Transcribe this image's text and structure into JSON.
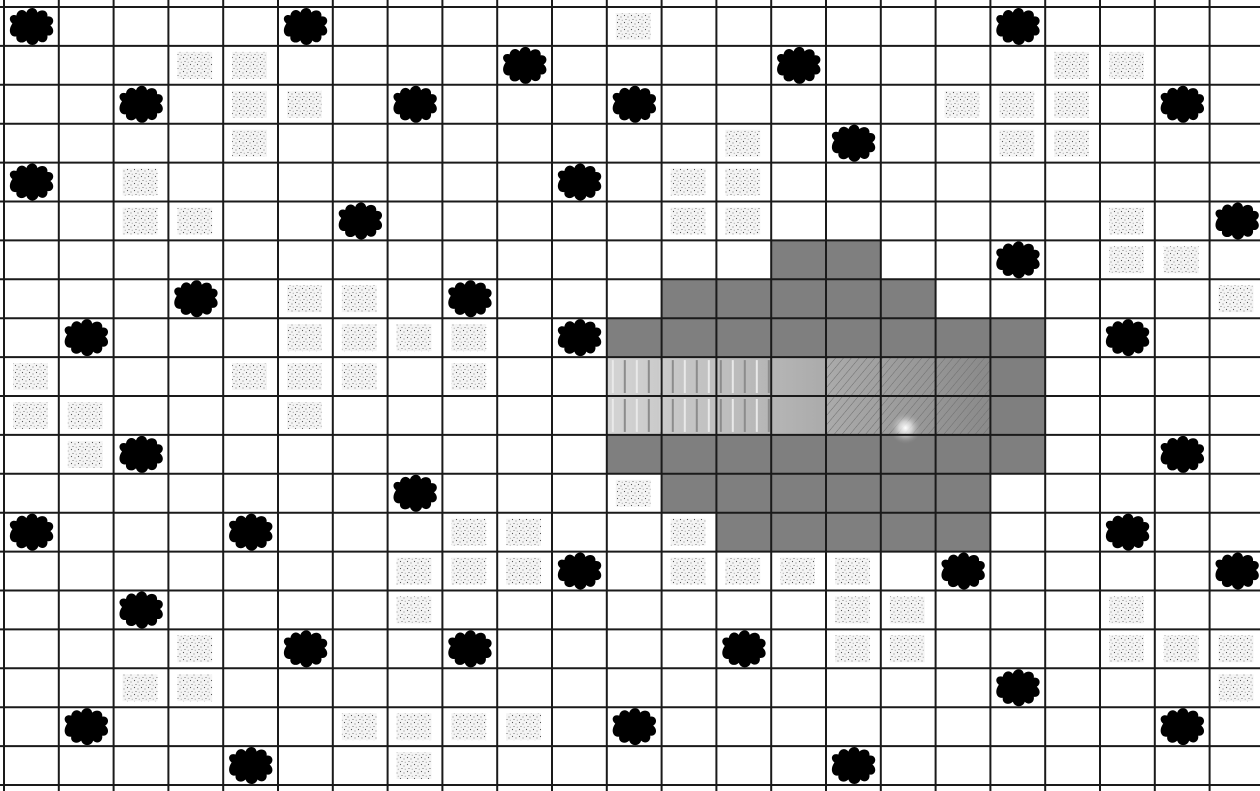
{
  "grid": {
    "cols": 23,
    "rows": 20,
    "colors": {
      "background": "#ffffff",
      "line": "#1a1a1a",
      "blob": "#000000",
      "stipple_fill": "#f2f2f2",
      "stipple_dot": "#555555",
      "shaded": "#7f7f7f",
      "band_light": "#cfcfcf",
      "band_mid": "#a9a9a9"
    }
  },
  "blobs": [
    [
      0,
      0
    ],
    [
      0,
      5
    ],
    [
      0,
      18
    ],
    [
      1,
      9
    ],
    [
      1,
      14
    ],
    [
      2,
      2
    ],
    [
      2,
      7
    ],
    [
      2,
      11
    ],
    [
      2,
      21
    ],
    [
      3,
      15
    ],
    [
      4,
      0
    ],
    [
      4,
      10
    ],
    [
      5,
      6
    ],
    [
      5,
      22
    ],
    [
      6,
      18
    ],
    [
      7,
      3
    ],
    [
      7,
      8
    ],
    [
      8,
      1
    ],
    [
      8,
      10
    ],
    [
      8,
      20
    ],
    [
      11,
      2
    ],
    [
      11,
      21
    ],
    [
      12,
      7
    ],
    [
      13,
      0
    ],
    [
      13,
      4
    ],
    [
      13,
      20
    ],
    [
      14,
      10
    ],
    [
      14,
      17
    ],
    [
      14,
      22
    ],
    [
      15,
      2
    ],
    [
      16,
      5
    ],
    [
      16,
      8
    ],
    [
      16,
      13
    ],
    [
      17,
      18
    ],
    [
      18,
      1
    ],
    [
      18,
      11
    ],
    [
      18,
      21
    ],
    [
      19,
      4
    ],
    [
      19,
      15
    ]
  ],
  "stipples": [
    [
      0,
      11
    ],
    [
      1,
      3
    ],
    [
      1,
      4
    ],
    [
      1,
      19
    ],
    [
      1,
      20
    ],
    [
      2,
      4
    ],
    [
      2,
      5
    ],
    [
      2,
      17
    ],
    [
      2,
      18
    ],
    [
      2,
      19
    ],
    [
      3,
      4
    ],
    [
      3,
      13
    ],
    [
      3,
      18
    ],
    [
      3,
      19
    ],
    [
      4,
      2
    ],
    [
      4,
      12
    ],
    [
      4,
      13
    ],
    [
      5,
      2
    ],
    [
      5,
      3
    ],
    [
      5,
      12
    ],
    [
      5,
      13
    ],
    [
      5,
      20
    ],
    [
      6,
      20
    ],
    [
      6,
      21
    ],
    [
      7,
      5
    ],
    [
      7,
      6
    ],
    [
      7,
      22
    ],
    [
      8,
      5
    ],
    [
      8,
      6
    ],
    [
      8,
      7
    ],
    [
      8,
      8
    ],
    [
      9,
      0
    ],
    [
      9,
      4
    ],
    [
      9,
      5
    ],
    [
      9,
      6
    ],
    [
      9,
      8
    ],
    [
      10,
      0
    ],
    [
      10,
      1
    ],
    [
      10,
      5
    ],
    [
      11,
      1
    ],
    [
      12,
      11
    ],
    [
      13,
      8
    ],
    [
      13,
      9
    ],
    [
      13,
      12
    ],
    [
      14,
      7
    ],
    [
      14,
      8
    ],
    [
      14,
      9
    ],
    [
      14,
      12
    ],
    [
      14,
      13
    ],
    [
      14,
      14
    ],
    [
      14,
      15
    ],
    [
      15,
      7
    ],
    [
      15,
      15
    ],
    [
      15,
      16
    ],
    [
      15,
      20
    ],
    [
      16,
      3
    ],
    [
      16,
      15
    ],
    [
      16,
      16
    ],
    [
      16,
      20
    ],
    [
      16,
      21
    ],
    [
      16,
      22
    ],
    [
      17,
      2
    ],
    [
      17,
      3
    ],
    [
      17,
      22
    ],
    [
      18,
      6
    ],
    [
      18,
      7
    ],
    [
      18,
      8
    ],
    [
      18,
      9
    ],
    [
      19,
      7
    ]
  ],
  "shaded": [
    [
      6,
      14
    ],
    [
      6,
      15
    ],
    [
      7,
      12
    ],
    [
      7,
      13
    ],
    [
      7,
      14
    ],
    [
      7,
      15
    ],
    [
      7,
      16
    ],
    [
      8,
      11
    ],
    [
      8,
      12
    ],
    [
      8,
      13
    ],
    [
      8,
      14
    ],
    [
      8,
      15
    ],
    [
      8,
      16
    ],
    [
      8,
      17
    ],
    [
      8,
      18
    ],
    [
      9,
      18
    ],
    [
      10,
      18
    ],
    [
      11,
      11
    ],
    [
      11,
      12
    ],
    [
      11,
      13
    ],
    [
      11,
      14
    ],
    [
      11,
      15
    ],
    [
      11,
      16
    ],
    [
      11,
      17
    ],
    [
      11,
      18
    ],
    [
      12,
      12
    ],
    [
      12,
      13
    ],
    [
      12,
      14
    ],
    [
      12,
      15
    ],
    [
      12,
      16
    ],
    [
      12,
      17
    ],
    [
      13,
      13
    ],
    [
      13,
      14
    ],
    [
      13,
      15
    ],
    [
      13,
      16
    ],
    [
      13,
      17
    ]
  ],
  "band": {
    "rows": [
      9,
      10
    ],
    "col_start": 11,
    "col_end": 17,
    "highlight": [
      10,
      16
    ]
  }
}
